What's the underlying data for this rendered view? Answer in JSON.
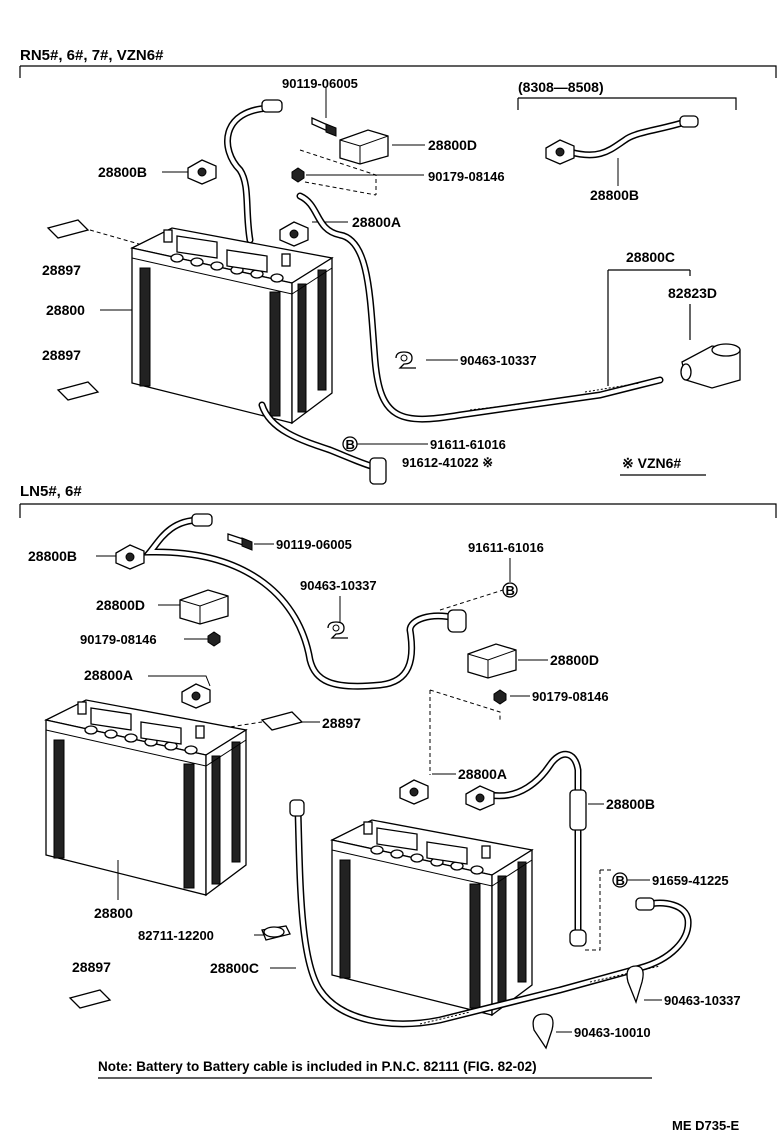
{
  "sections": [
    {
      "id": "upper",
      "title": "RN5#, 6#, 7#, VZN6#",
      "variant_range": "(8308—8508)",
      "variant_note": "※ VZN6#",
      "labels": {
        "a": "90119-06005",
        "b": "28800D",
        "c": "28800B",
        "d": "90179-08146",
        "e": "28800A",
        "f": "28897",
        "g": "28800",
        "h": "28897",
        "i": "28800B",
        "j": "28800C",
        "k": "82823D",
        "l": "90463-10337",
        "m": "91611-61016",
        "n": "91612-41022 ※"
      }
    },
    {
      "id": "lower",
      "title": "LN5#, 6#",
      "labels": {
        "a": "28800B",
        "b": "90119-06005",
        "c": "91611-61016",
        "d": "90463-10337",
        "e": "28800D",
        "f": "90179-08146",
        "g": "28800D",
        "h": "28800A",
        "i": "90179-08146",
        "j": "28897",
        "k": "28800A",
        "l": "28800B",
        "m": "28800",
        "n": "91659-41225",
        "o": "82711-12200",
        "p": "28800C",
        "q": "28897",
        "r": "90463-10337",
        "s": "90463-10010"
      }
    }
  ],
  "bolt_marker": "B",
  "note": "Note:  Battery to Battery cable is included in P.N.C. 82111 (FIG. 82-02)",
  "footer_code": "ME  D735-E"
}
